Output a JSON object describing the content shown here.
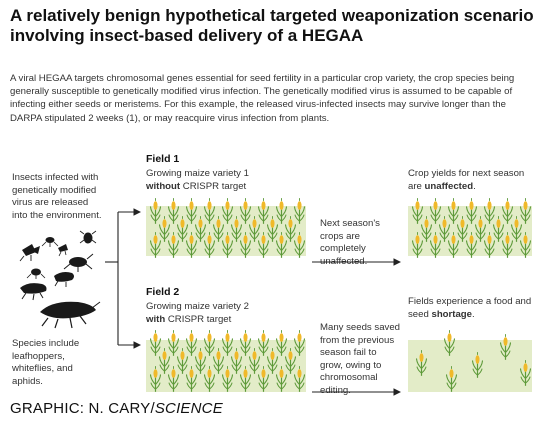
{
  "title": "A relatively benign hypothetical targeted weaponization scenario involving insect-based delivery of a HEGAA",
  "intro": "A viral HEGAA targets chromosomal genes essential for seed fertility in a particular crop variety, the crop species being generally susceptible to genetically modified virus infection. The genetically modified virus is assumed to be capable of infecting either seeds or meristems. For this example, the released virus-infected insects may survive longer than the DARPA stipulated 2 weeks (1), or may reacquire virus infection from plants.",
  "insects": {
    "top_text": "Insects infected with genetically modified virus are released into the environment.",
    "bottom_text": "Species include leafhoppers, whiteflies, and aphids."
  },
  "field1": {
    "title": "Field 1",
    "desc_line1": "Growing maize variety 1",
    "desc_bold": "without",
    "desc_rest": " CRISPR target",
    "middle_text": "Next season's crops are completely unaffected.",
    "result_pre": "Crop yields for next season are ",
    "result_bold": "unaffected",
    "result_post": "."
  },
  "field2": {
    "title": "Field 2",
    "desc_line1": "Growing maize variety 2",
    "desc_bold": "with",
    "desc_rest": " CRISPR target",
    "middle_text": "Many seeds saved from the previous season fail to grow, owing to chromosomal editing.",
    "result_pre": "Fields experience a food and seed ",
    "result_bold": "shortage",
    "result_post": "."
  },
  "credit": {
    "prefix": "GRAPHIC: N. CARY/",
    "italic": "SCIENCE"
  },
  "colors": {
    "field_bg": "#e3ecc8",
    "stalk": "#5e9a3a",
    "cob": "#f0b92a",
    "insect": "#1a1a1a"
  }
}
